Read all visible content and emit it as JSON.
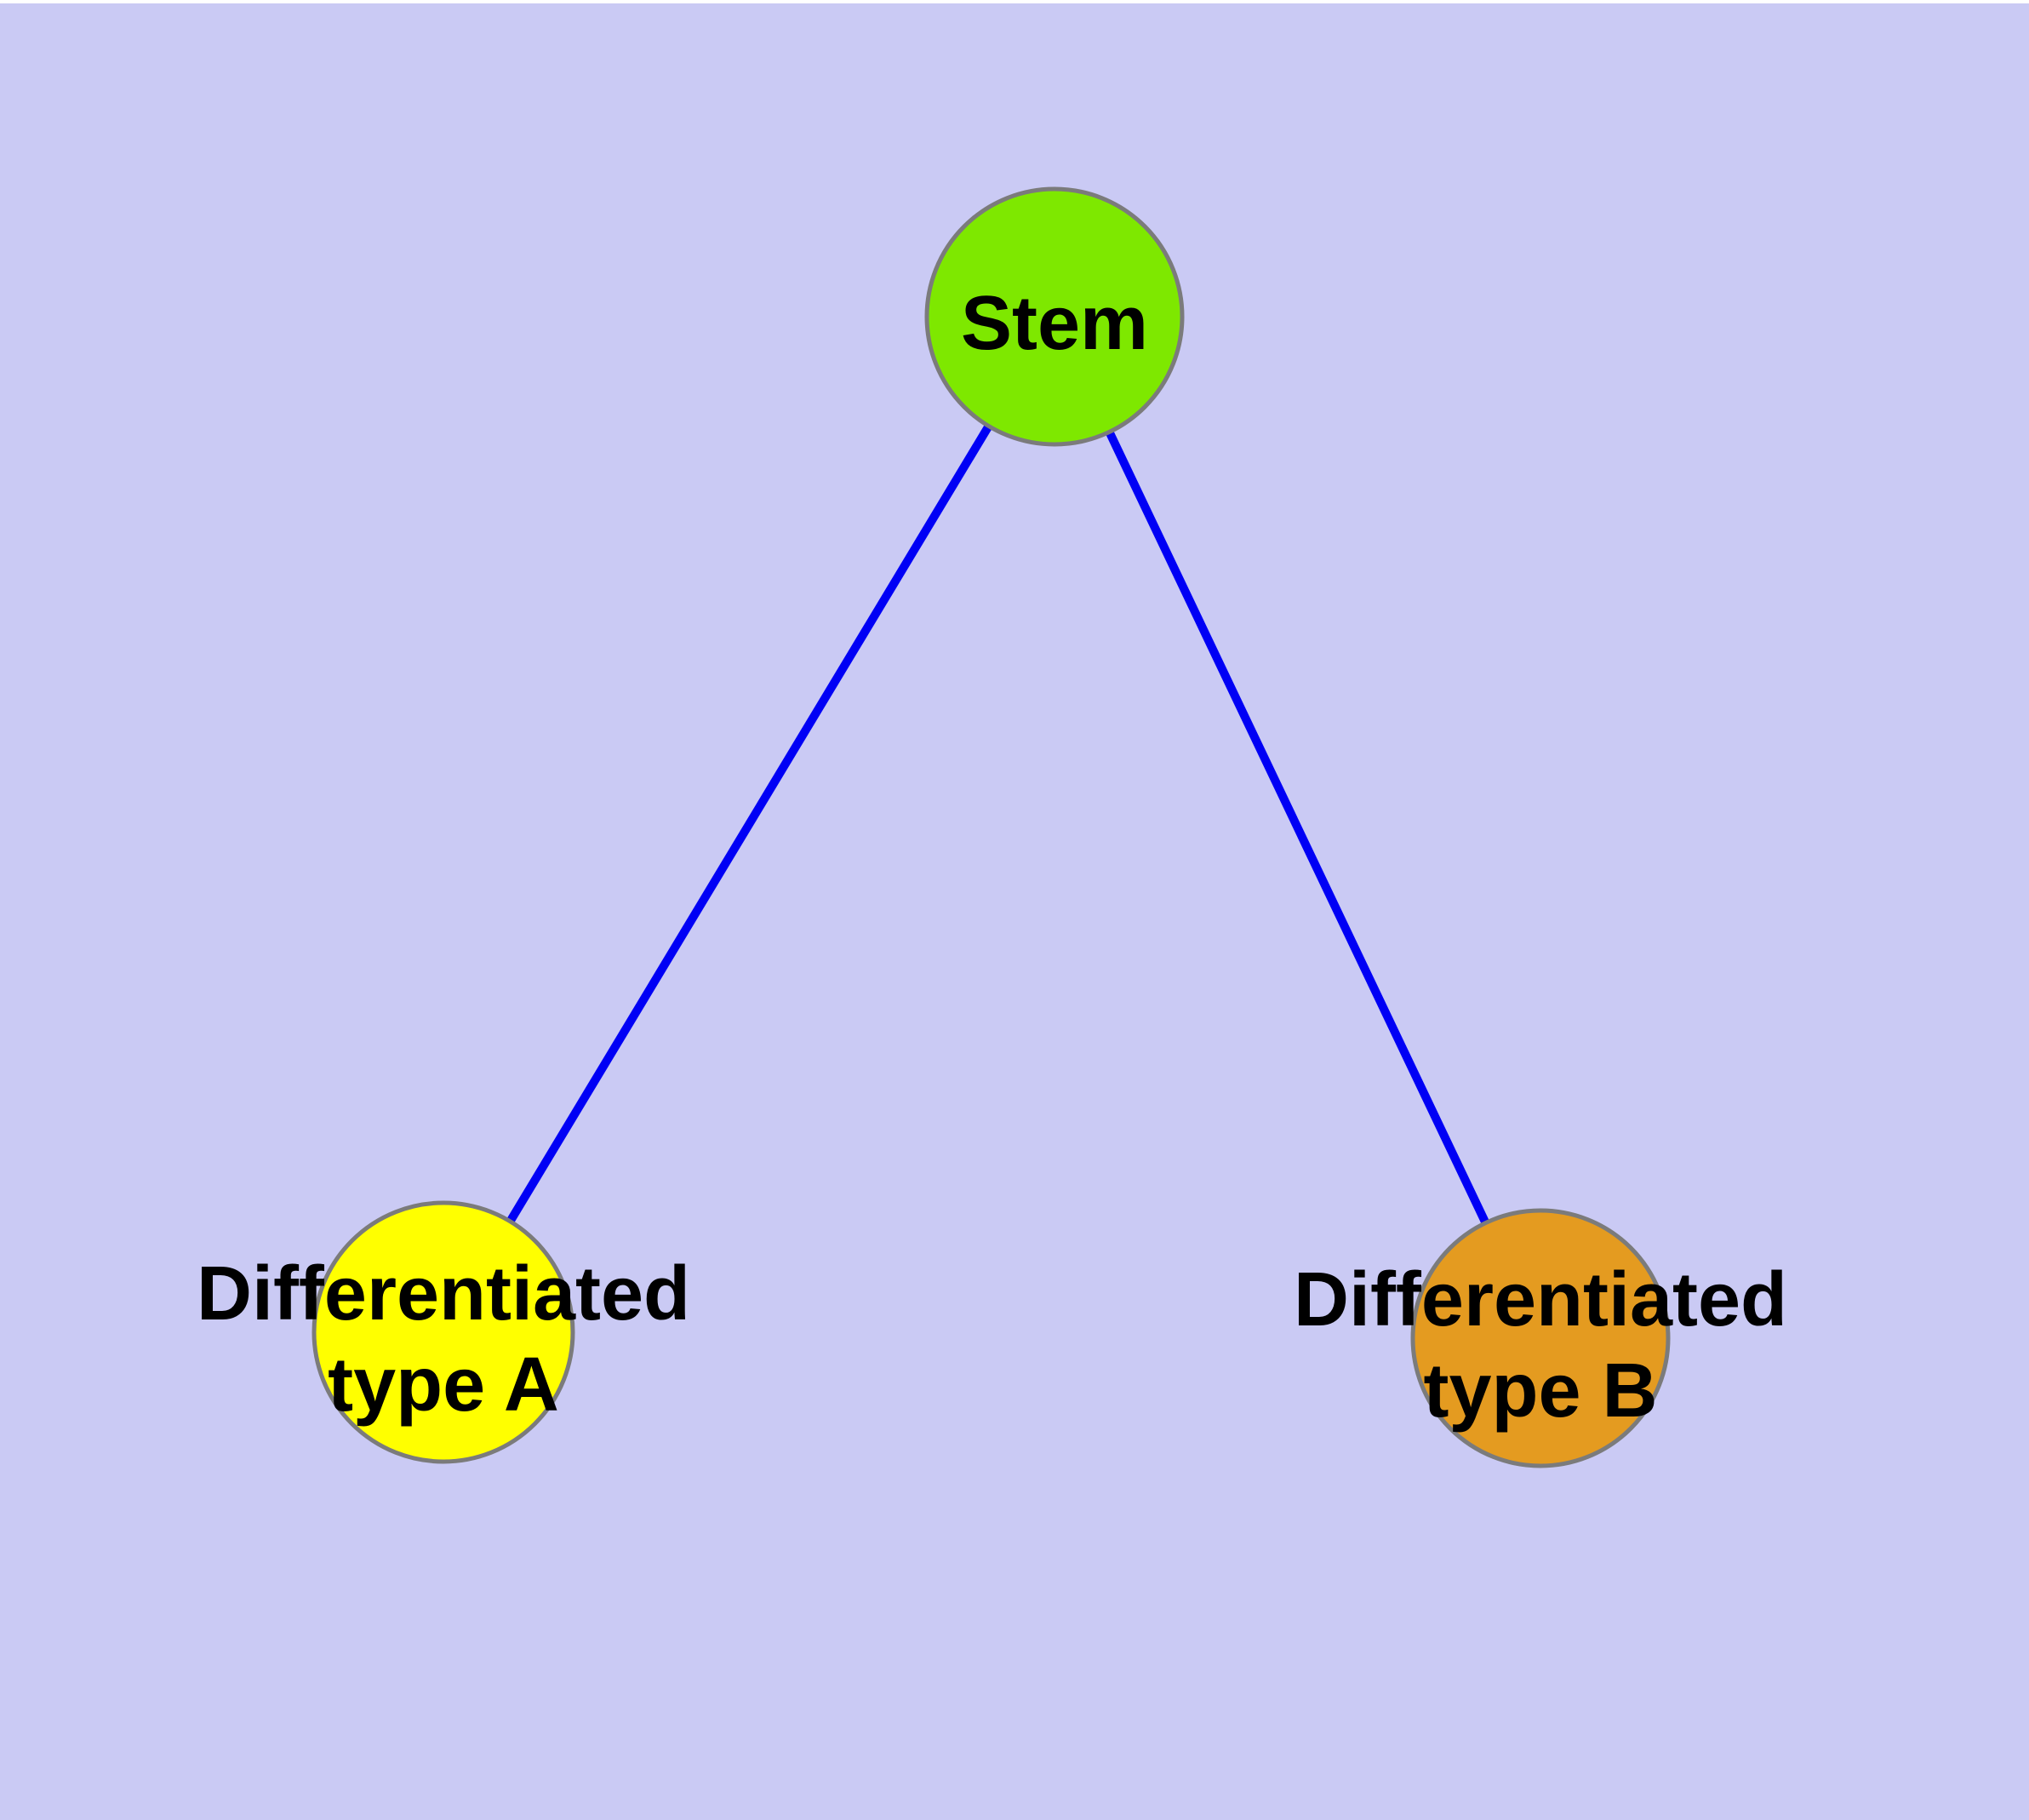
{
  "diagram": {
    "background_color": "#CACAF4",
    "top_margin_color": "#FFFFFF",
    "edge_color": "#0000F5",
    "node_border_color": "#7B7B7B",
    "label_color": "#000000",
    "nodes": [
      {
        "id": "stem",
        "label_lines": [
          "Stem"
        ],
        "fill": "#7EE800"
      },
      {
        "id": "differentiated-type-a",
        "label_lines": [
          "Differentiated",
          "type A"
        ],
        "fill": "#FFFF00"
      },
      {
        "id": "differentiated-type-b",
        "label_lines": [
          "Differentiated",
          "type B"
        ],
        "fill": "#E49B20"
      }
    ],
    "edges": [
      {
        "from": "stem",
        "to": "differentiated-type-a"
      },
      {
        "from": "stem",
        "to": "differentiated-type-b"
      }
    ]
  }
}
